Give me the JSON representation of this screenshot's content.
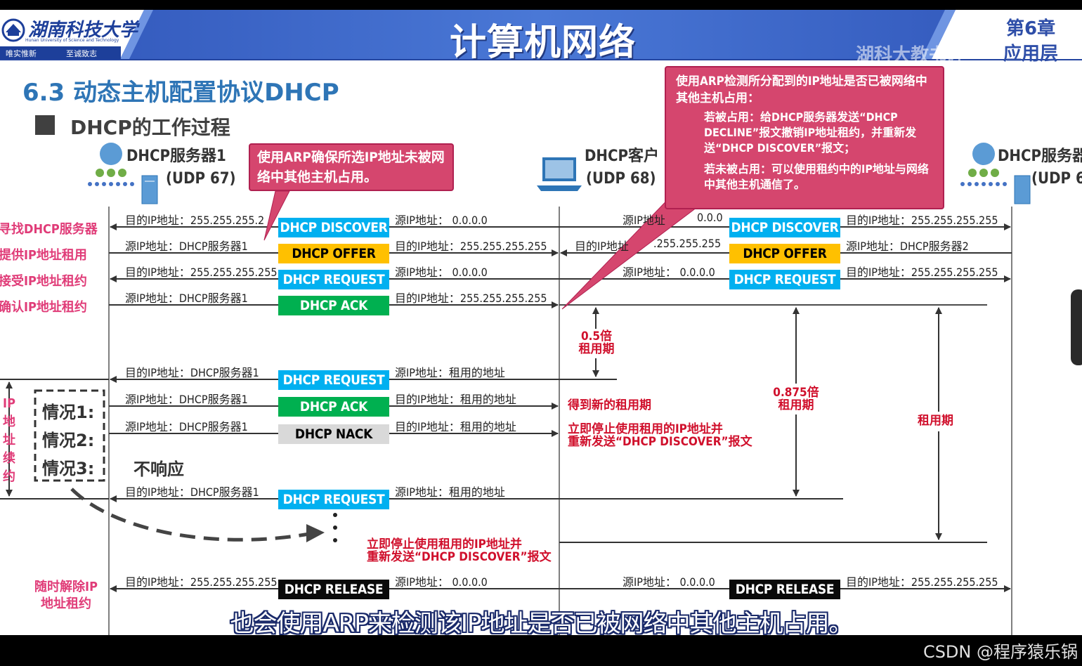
{
  "header": {
    "university_name": "湖南科技大学",
    "university_en": "Hunan University of Science and Technology",
    "motto_left": "唯实惟新",
    "motto_right": "至诚致志",
    "course_title": "计算机网络",
    "chapter": "第6章",
    "chapter_sub": "应用层",
    "watermark": "湖科大教书匠"
  },
  "slide": {
    "section_title": "6.3 动态主机配置协议DHCP",
    "subtitle": "DHCP的工作过程"
  },
  "entities": {
    "server1_name": "DHCP服务器1",
    "server1_port": "(UDP 67)",
    "client_name": "DHCP客户",
    "client_port": "(UDP 68)",
    "server2_name": "DHCP服务器",
    "server2_port": "(UDP 6"
  },
  "callouts": {
    "left": "使用ARP确保所选IP地址未被网络中其他主机占用。",
    "right_main": "使用ARP检测所分配到的IP地址是否已被网络中其他主机占用：",
    "right_sub1": "若被占用：给DHCP服务器发送“DHCP DECLINE”报文撤销IP地址租约，并重新发送“DHCP DISCOVER”报文；",
    "right_sub2": "若未被占用：可以使用租约中的IP地址与网络中其他主机通信了。"
  },
  "phases": [
    "寻找DHCP服务器",
    "提供IP地址租用",
    "接受IP地址租约",
    "确认IP地址租约"
  ],
  "renew": {
    "vertical_label": "IP地址续约",
    "case1": "情况1:",
    "case2": "情况2:",
    "case3": "情况3:",
    "no_response": "不响应"
  },
  "release_phase": "随时解除IP地址租约",
  "messages": {
    "discover": "DHCP DISCOVER",
    "offer": "DHCP OFFER",
    "request": "DHCP REQUEST",
    "ack": "DHCP ACK",
    "nack": "DHCP NACK",
    "release": "DHCP RELEASE"
  },
  "labels": {
    "dst_broadcast": "目的IP地址：255.255.255.255",
    "dst_broadcast_cut": "目的IP地址：255.255.255.2",
    "src_zero": "源IP地址：    0.0.0.0",
    "src_zero_cut": "源IP地址",
    "src_zero_tail": "0.0.0",
    "src_zero_right": "源IP地址：    0.0.0.0",
    "src_server1": "源IP地址：DHCP服务器1",
    "src_server2": "源IP地址：DHCP服务器2",
    "dst_broadcast_mid": "目的IP地址：255.255.255.255",
    "dst_ip_cut": "目的IP地址",
    "dst_ip_tail": ".255.255.255",
    "dst_server1": "目的IP地址：DHCP服务器1",
    "src_leased": "源IP地址：租用的地址",
    "dst_leased": "目的IP地址：租用的地址"
  },
  "annotations": {
    "half_lease": "0.5倍租用期",
    "seven_eighths": "0.875倍租用期",
    "lease_period": "租用期",
    "new_lease": "得到新的租用期",
    "stop_nack_1": "立即停止使用租用的IP地址并",
    "stop_nack_2": "重新发送“DHCP DISCOVER”报文",
    "stop_case3_1": "立即停止使用租用的IP地址并",
    "stop_case3_2": "重新发送“DHCP DISCOVER”报文"
  },
  "subtitle_caption": "也会使用ARP来检测该IP地址是否已被网络中其他主机占用。",
  "csdn_watermark": "CSDN @程序猿乐锅",
  "colors": {
    "header_blue": "#3a64c4",
    "discover_request": "#00b0f0",
    "offer": "#ffc000",
    "ack": "#00b050",
    "nack": "#d9d9d9",
    "release": "#0a0a0a",
    "callout_pink": "#d5466e",
    "phase_pink": "#e03c78",
    "annotation_red": "#d0102c",
    "title_blue": "#2e75b6"
  },
  "icons": [
    "university-logo-icon",
    "server-icon",
    "laptop-icon",
    "user-group-icon"
  ]
}
